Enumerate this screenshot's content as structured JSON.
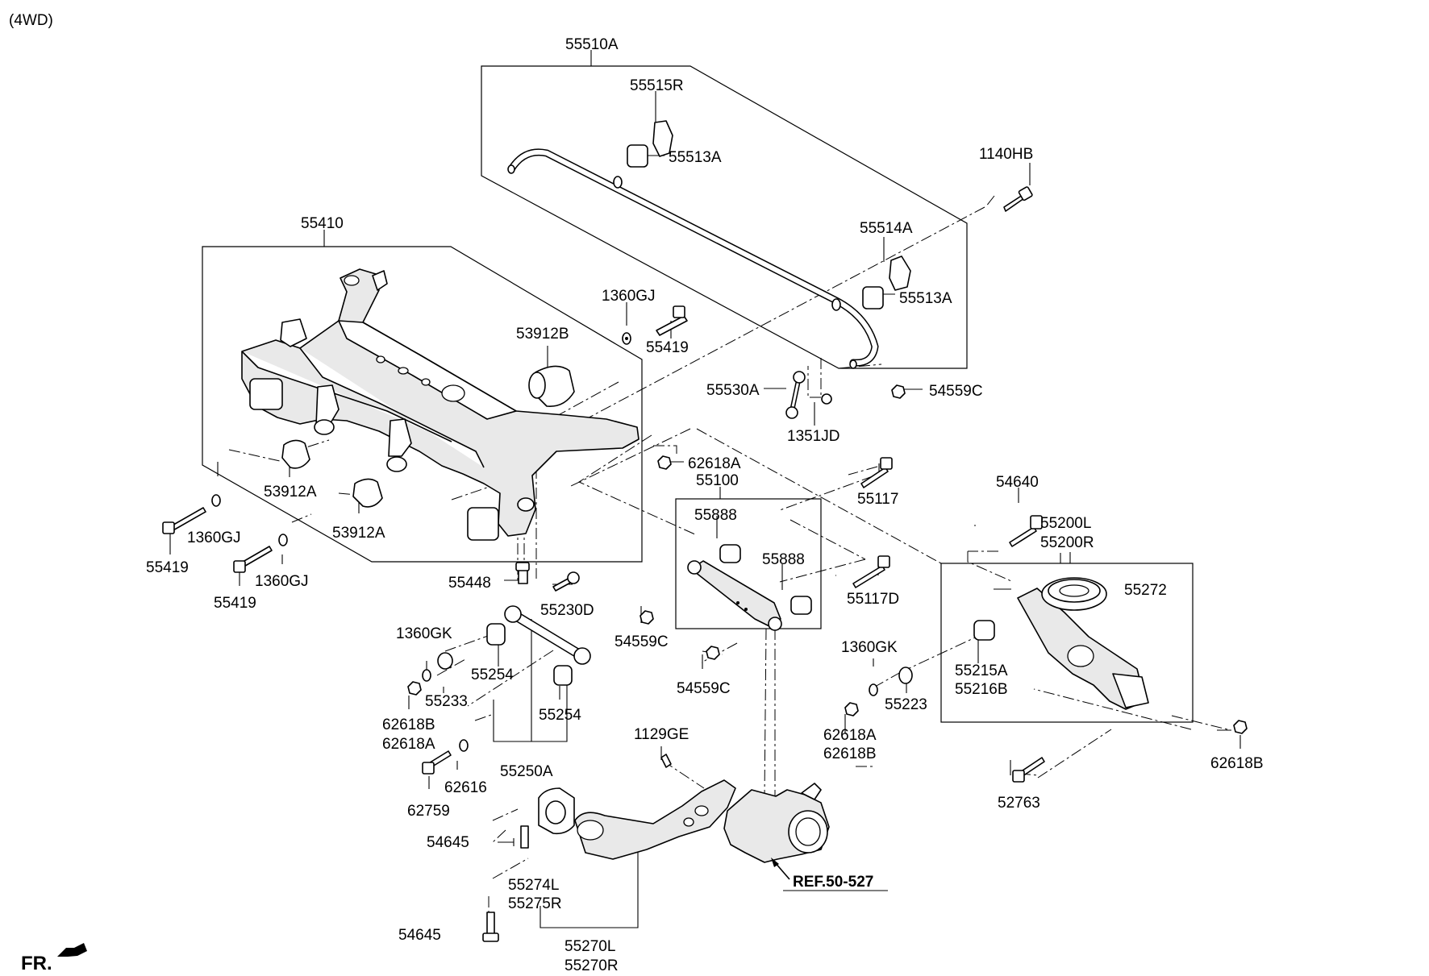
{
  "variant": "(4WD)",
  "front_indicator": "FR.",
  "reference": "REF.50-527",
  "callouts": {
    "c55510A": "55510A",
    "c55515R": "55515R",
    "c55513A_1": "55513A",
    "c1140HB": "1140HB",
    "c55514A": "55514A",
    "c55513A_2": "55513A",
    "c54559C_1": "54559C",
    "c55530A": "55530A",
    "c1351JD": "1351JD",
    "c55410": "55410",
    "c1360GJ_1": "1360GJ",
    "c53912B": "53912B",
    "c55419_1": "55419",
    "c62618A_1": "62618A",
    "c55100": "55100",
    "c55117": "55117",
    "c54640": "54640",
    "c55200L": "55200L",
    "c55200R": "55200R",
    "c53912A_1": "53912A",
    "c53912A_2": "53912A",
    "c1360GJ_2": "1360GJ",
    "c1360GJ_3": "1360GJ",
    "c55419_2": "55419",
    "c55419_3": "55419",
    "c55888_1": "55888",
    "c55888_2": "55888",
    "c55117D": "55117D",
    "c55272": "55272",
    "c55448": "55448",
    "c55230D": "55230D",
    "c54559C_2": "54559C",
    "c54559C_3": "54559C",
    "c1360GK_1": "1360GK",
    "c55233": "55233",
    "c55254_1": "55254",
    "c55254_2": "55254",
    "c1360GK_2": "1360GK",
    "c55223": "55223",
    "c55215A": "55215A",
    "c55216B": "55216B",
    "c62618B_1": "62618B",
    "c62618A_2": "62618A",
    "c62618A_3": "62618A",
    "c62618B_2": "62618B",
    "c62618B_3": "62618B",
    "c55250A": "55250A",
    "c62616": "62616",
    "c62759": "62759",
    "c1129GE": "1129GE",
    "c52763": "52763",
    "c54645_1": "54645",
    "c54645_2": "54645",
    "c55274L": "55274L",
    "c55275R": "55275R",
    "c55270L": "55270L",
    "c55270R": "55270R"
  }
}
